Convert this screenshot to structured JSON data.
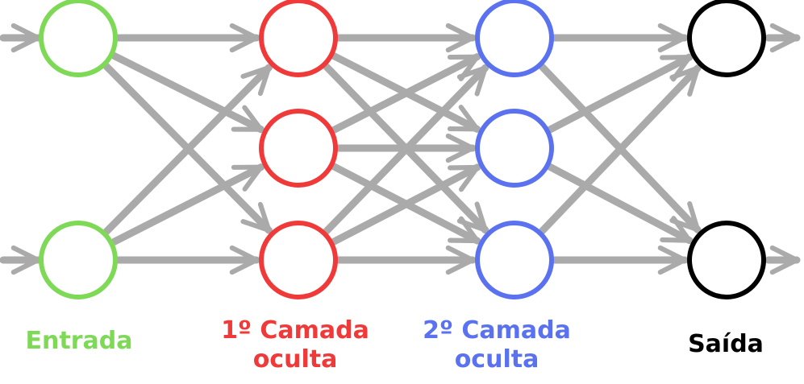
{
  "colors": {
    "edge": "#aaaaaa",
    "input": "#7ed957",
    "hidden1": "#f03a3a",
    "hidden2": "#5b72f0",
    "output": "#000000",
    "background": "#ffffff"
  },
  "layers": [
    {
      "id": "input",
      "label_lines": [
        "Entrada"
      ],
      "color_key": "input",
      "nodes": 2
    },
    {
      "id": "hidden1",
      "label_lines": [
        "1º Camada",
        "oculta"
      ],
      "color_key": "hidden1",
      "nodes": 3
    },
    {
      "id": "hidden2",
      "label_lines": [
        "2º Camada",
        "oculta"
      ],
      "color_key": "hidden2",
      "nodes": 3
    },
    {
      "id": "output",
      "label_lines": [
        "Saída"
      ],
      "color_key": "output",
      "nodes": 2
    }
  ],
  "connections": "fully-connected",
  "external_arrows": {
    "into_input": true,
    "out_of_output": true
  }
}
